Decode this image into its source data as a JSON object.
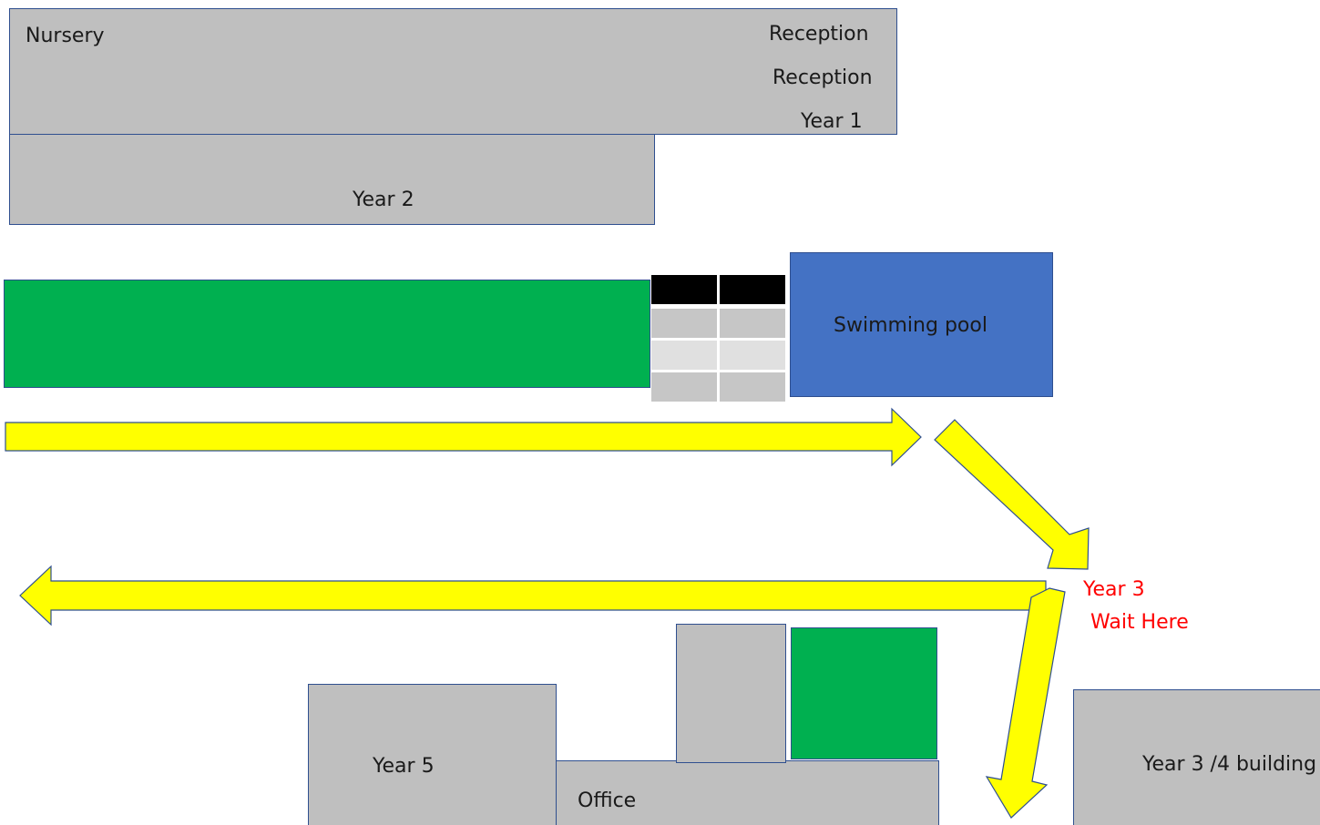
{
  "labels": {
    "nursery": "Nursery",
    "reception_1": "Reception",
    "reception_2": "Reception",
    "year_1": "Year 1",
    "year_2": "Year 2",
    "swimming_pool": "Swimming pool",
    "year_3": "Year 3",
    "wait_here": "Wait Here",
    "year_5": "Year 5",
    "office": "Office",
    "year_3_4_building": "Year 3 /4 building"
  },
  "colors": {
    "building": "#bfbfbf",
    "outline": "#2f4f8f",
    "green_area": "#00b050",
    "pool": "#4472c4",
    "arrow": "#ffff00",
    "wait_text": "#ff0000"
  }
}
